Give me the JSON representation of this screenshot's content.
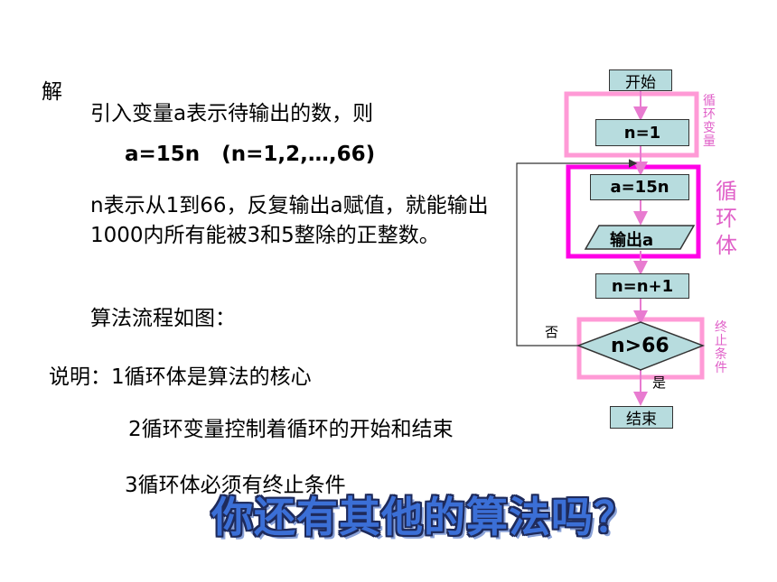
{
  "solution": {
    "label": "解",
    "intro": "引入变量a表示待输出的数，则",
    "formula": "a=15n   (n=1,2,…,66)",
    "para": "n表示从1到66，反复输出a赋值，就能输出1000内所有能被3和5整除的正整数。",
    "flow_note": "算法流程如图："
  },
  "notes": {
    "n1": "说明：1循环体是算法的核心",
    "n2": "2循环变量控制着循环的开始和结束",
    "n3": "3循环体必须有终止条件"
  },
  "question": "你还有其他的算法吗？",
  "flowchart": {
    "start": "开始",
    "init": "n=1",
    "assign": "a=15n",
    "output": "输出a",
    "increment": "n=n+1",
    "condition": "n>66",
    "no_label": "否",
    "yes_label": "是",
    "end": "结束",
    "label_loop_var": "循环变量",
    "label_loop_body": "循环体",
    "label_stop": "终止条件"
  },
  "colors": {
    "pink": "#ff9ad6",
    "magenta": "#ff00e6",
    "arrow": "#e87bd0",
    "node_fill": "#b7dcde"
  }
}
